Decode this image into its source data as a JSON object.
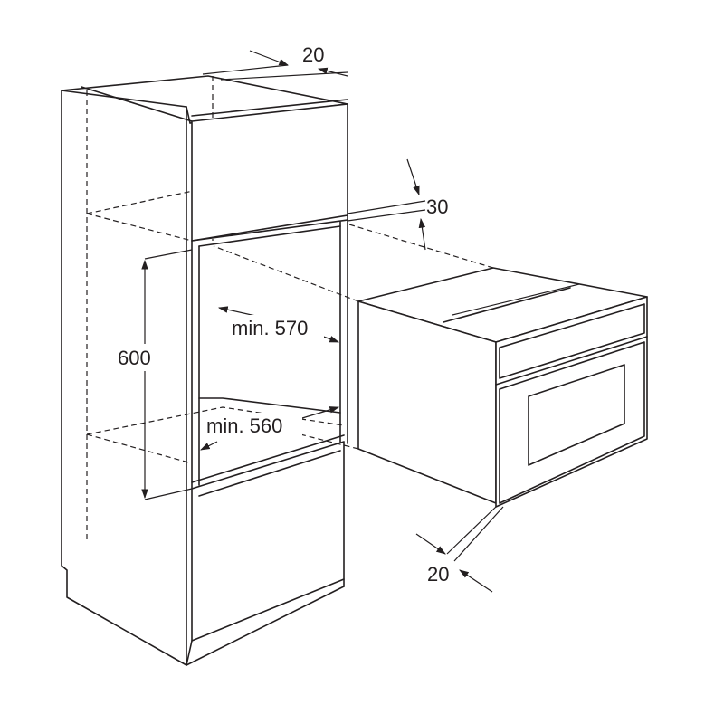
{
  "dimensions": {
    "top_depth": "20",
    "top_gap": "30",
    "niche_height": "600",
    "niche_width_top": "min. 570",
    "niche_width_bottom": "min. 560",
    "front_gap": "20"
  }
}
